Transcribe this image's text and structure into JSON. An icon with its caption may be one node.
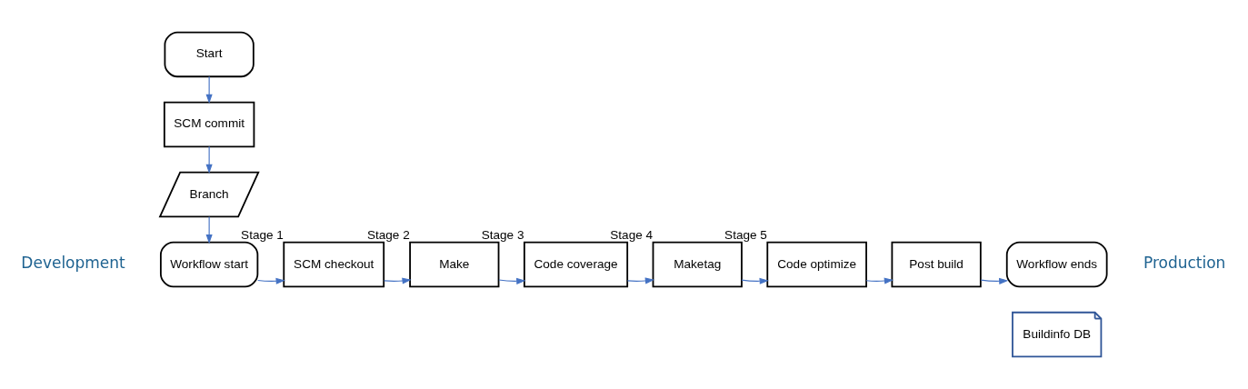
{
  "diagram": {
    "nodes": [
      {
        "text": [
          "Start"
        ]
      },
      {
        "text": [
          "SCM commit"
        ]
      },
      {
        "text": [
          "Branch"
        ]
      },
      {
        "text": [
          "Workflow start"
        ]
      },
      {
        "text": [
          "SCM checkout"
        ],
        "beside": [
          "Stage 1"
        ]
      },
      {
        "text": [
          "Make"
        ],
        "beside": [
          "Stage 2"
        ]
      },
      {
        "text": [
          "Code coverage"
        ],
        "beside": [
          "Stage 3"
        ]
      },
      {
        "text": [
          "Maketag"
        ],
        "beside": [
          "Stage 4"
        ]
      },
      {
        "text": [
          "Code optimize"
        ],
        "beside": [
          "Stage 5"
        ]
      },
      {
        "text": [
          "Post build"
        ]
      },
      {
        "text": [
          "Workflow ends"
        ]
      },
      {
        "text": [
          "Buildinfo DB"
        ]
      }
    ],
    "edges": [
      {
        "from": 0,
        "to": 1,
        "arrow": "to"
      },
      {
        "from": 1,
        "to": 2,
        "arrow": "to"
      },
      {
        "from": 2,
        "to": 3,
        "arrow": "to"
      },
      {
        "from": 3,
        "to": 4,
        "arrow": "to"
      },
      {
        "from": 4,
        "to": 5,
        "arrow": "to"
      },
      {
        "from": 5,
        "to": 6,
        "arrow": "to"
      },
      {
        "from": 6,
        "to": 7,
        "arrow": "to"
      },
      {
        "from": 7,
        "to": 8,
        "arrow": "to"
      },
      {
        "from": 8,
        "to": 9,
        "arrow": "to"
      },
      {
        "from": 9,
        "to": 10,
        "arrow": "to"
      }
    ],
    "labels": [
      "Development",
      "Production"
    ]
  }
}
